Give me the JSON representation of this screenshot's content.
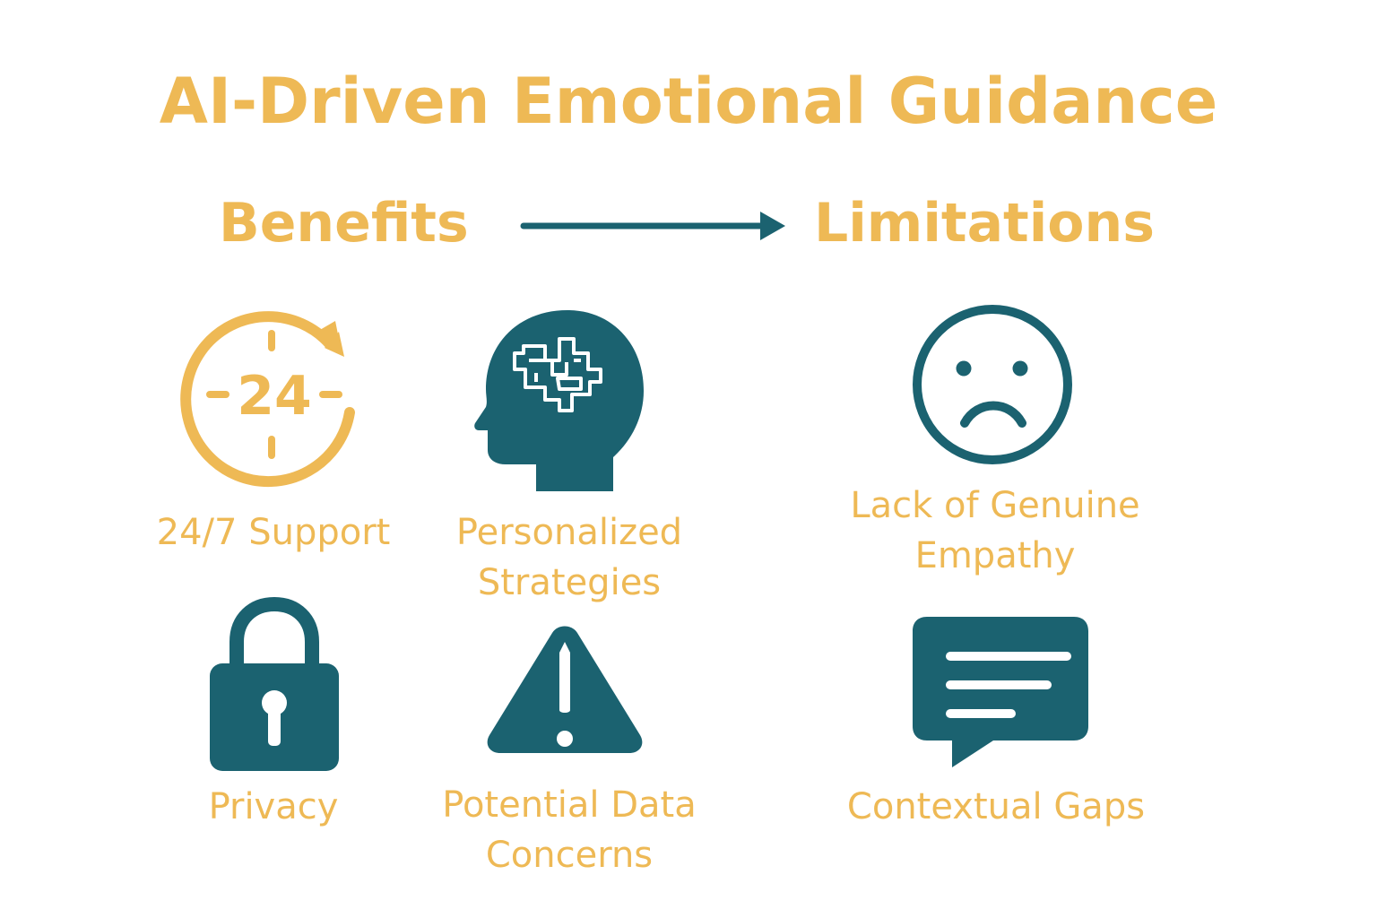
{
  "title": "AI-Driven Emotional Guidance",
  "headings": {
    "benefits": "Benefits",
    "limitations": "Limitations"
  },
  "items": {
    "support": {
      "label": "24/7 Support",
      "icon_text": "24",
      "icon": "clock-24-icon"
    },
    "personalized": {
      "line1": "Personalized",
      "line2": "Strategies",
      "icon": "head-brain-icon"
    },
    "empathy": {
      "line1": "Lack of Genuine",
      "line2": "Empathy",
      "icon": "sad-face-icon"
    },
    "privacy": {
      "label": "Privacy",
      "icon": "padlock-icon"
    },
    "data_concerns": {
      "line1": "Potential Data",
      "line2": "Concerns",
      "icon": "warning-icon"
    },
    "contextual": {
      "label": "Contextual Gaps",
      "icon": "speech-bubble-icon"
    }
  },
  "colors": {
    "gold": "#eeb955",
    "teal": "#1b6270",
    "background": "#ffffff"
  }
}
